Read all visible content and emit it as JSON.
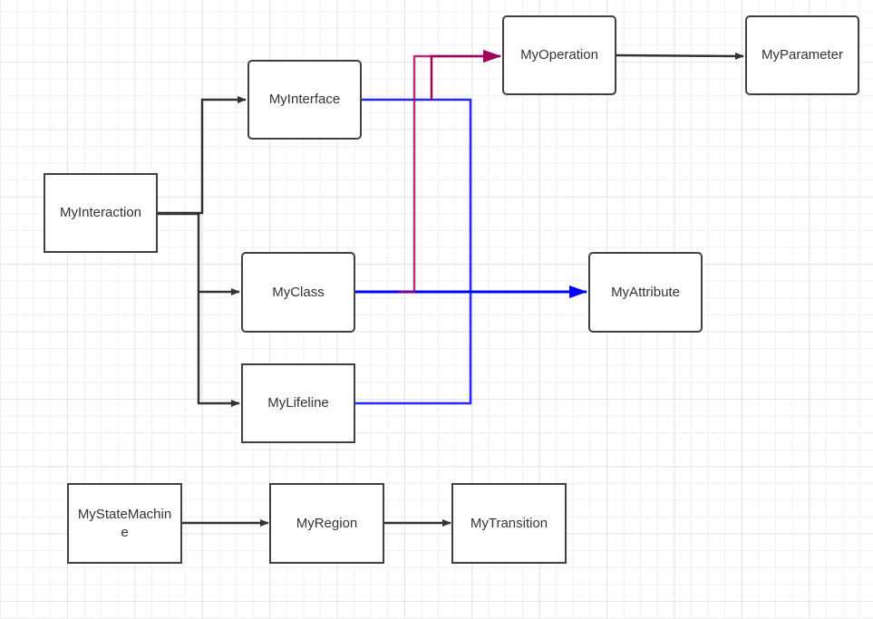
{
  "diagram": {
    "type": "flowchart",
    "colors": {
      "node_border": "#404040",
      "node_text": "#333333",
      "edge_default": "#333333",
      "edge_blue": "#0000ff",
      "edge_purple": "#a3005c"
    },
    "nodes": [
      {
        "id": "myinteraction",
        "label": "MyInteraction"
      },
      {
        "id": "myinterface",
        "label": "MyInterface"
      },
      {
        "id": "myclass",
        "label": "MyClass"
      },
      {
        "id": "mylifeline",
        "label": "MyLifeline"
      },
      {
        "id": "myoperation",
        "label": "MyOperation"
      },
      {
        "id": "myparameter",
        "label": "MyParameter"
      },
      {
        "id": "myattribute",
        "label": "MyAttribute"
      },
      {
        "id": "mystatemachine",
        "label": "MyStateMachine"
      },
      {
        "id": "myregion",
        "label": "MyRegion"
      },
      {
        "id": "mytransition",
        "label": "MyTransition"
      }
    ],
    "edges": [
      {
        "from": "myinteraction",
        "to": "myinterface",
        "color": "default"
      },
      {
        "from": "myinteraction",
        "to": "myclass",
        "color": "default"
      },
      {
        "from": "myinteraction",
        "to": "mylifeline",
        "color": "default"
      },
      {
        "from": "myinterface",
        "to": "myoperation",
        "color": "purple"
      },
      {
        "from": "myclass",
        "to": "myoperation",
        "color": "purple"
      },
      {
        "from": "myoperation",
        "to": "myparameter",
        "color": "default"
      },
      {
        "from": "myclass",
        "to": "myattribute",
        "color": "blue"
      },
      {
        "from": "myinterface",
        "to": "myattribute",
        "color": "blue"
      },
      {
        "from": "mylifeline",
        "to": "myattribute",
        "color": "blue"
      },
      {
        "from": "mystatemachine",
        "to": "myregion",
        "color": "default"
      },
      {
        "from": "myregion",
        "to": "mytransition",
        "color": "default"
      }
    ]
  }
}
